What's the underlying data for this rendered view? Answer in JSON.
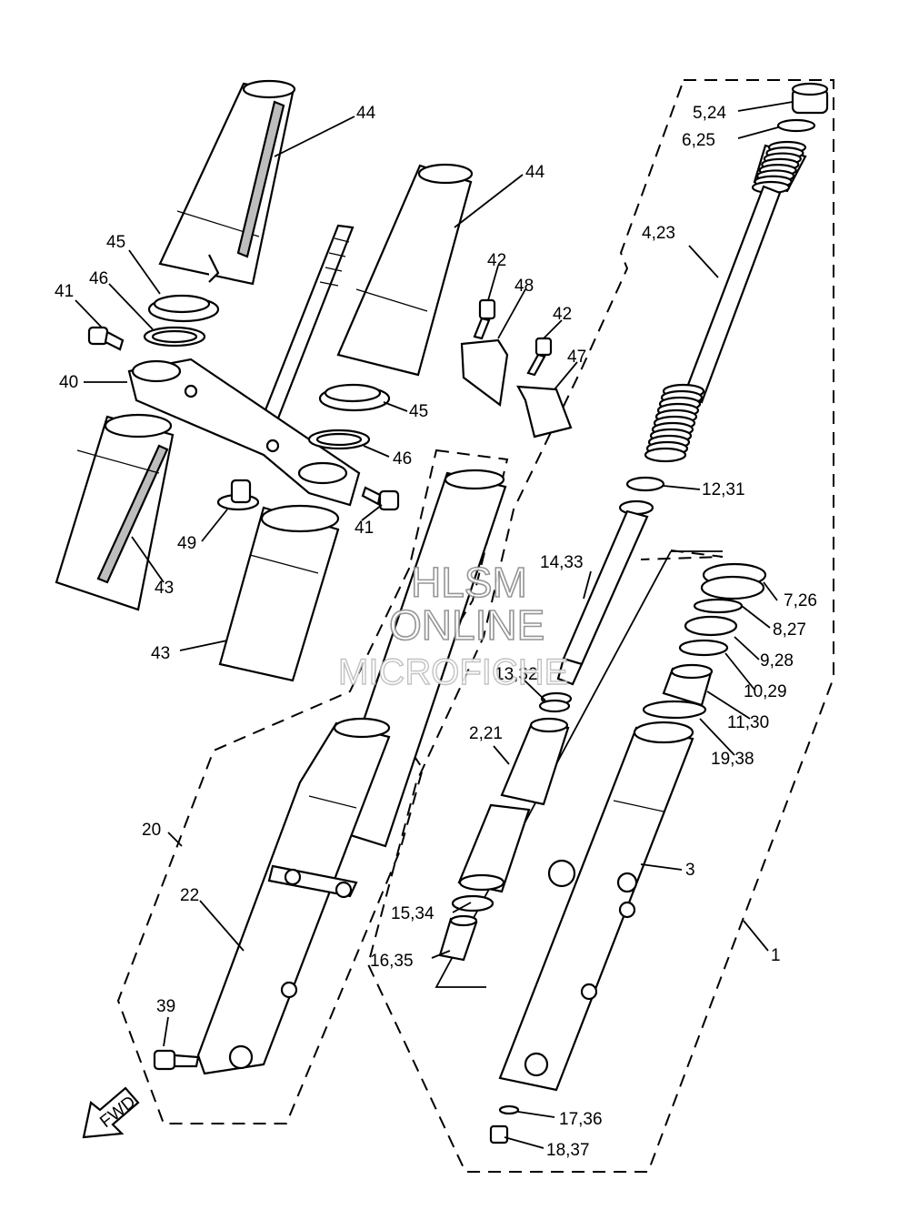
{
  "diagram": {
    "callouts": {
      "c44a": "44",
      "c44b": "44",
      "c45a": "45",
      "c45b": "45",
      "c46a": "46",
      "c46b": "46",
      "c41a": "41",
      "c41b": "41",
      "c40": "40",
      "c42a": "42",
      "c42b": "42",
      "c48": "48",
      "c47": "47",
      "c49": "49",
      "c43a": "43",
      "c43b": "43",
      "c5": "5,24",
      "c6": "6,25",
      "c4": "4,23",
      "c12": "12,31",
      "c14": "14,33",
      "c7": "7,26",
      "c8": "8,27",
      "c9": "9,28",
      "c10": "10,29",
      "c11": "11,30",
      "c13": "13,32",
      "c19": "19,38",
      "c2": "2,21",
      "c3": "3",
      "c20": "20",
      "c22": "22",
      "c15": "15,34",
      "c16": "16,35",
      "c1": "1",
      "c39": "39",
      "c17": "17,36",
      "c18": "18,37"
    },
    "fwd_label": "FWD",
    "watermark": {
      "line1": "HLSM",
      "line2": "ONLINE",
      "line3": "MICROFICHE"
    }
  }
}
